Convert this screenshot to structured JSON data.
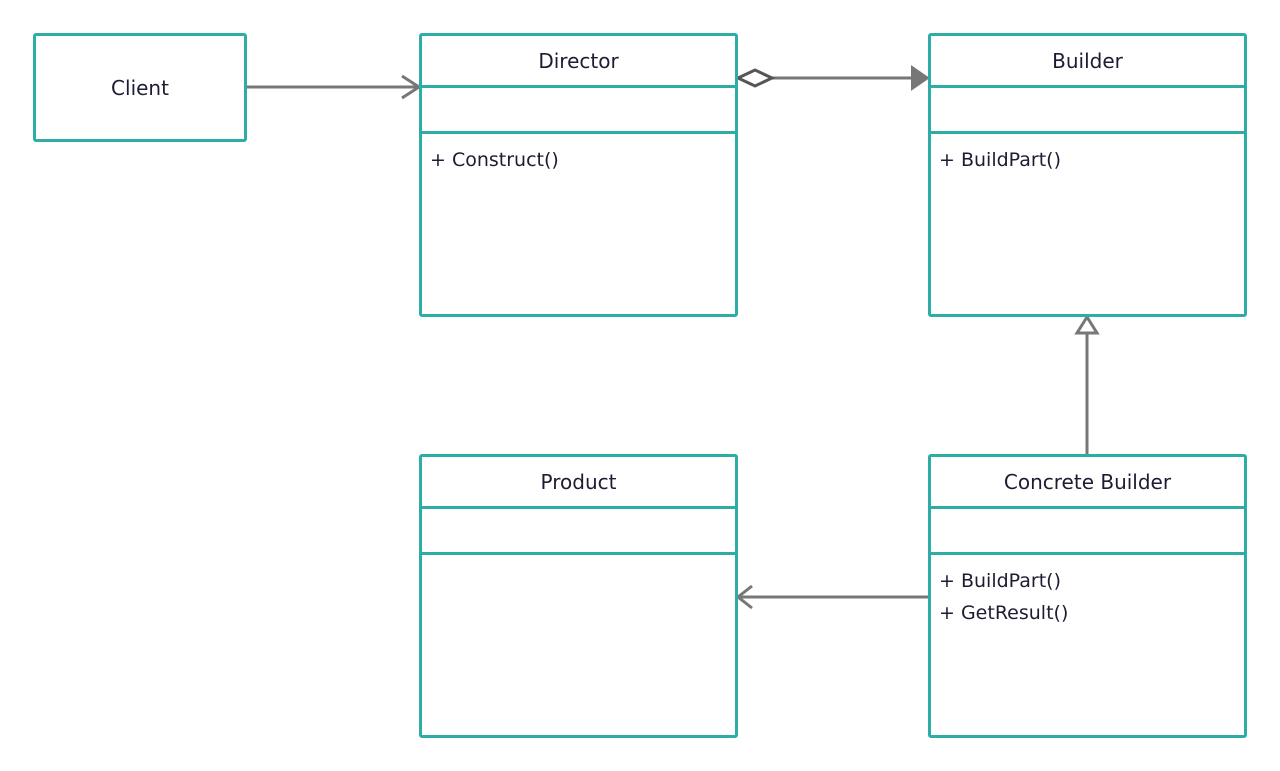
{
  "client": {
    "label": "Client"
  },
  "director": {
    "name": "Director",
    "methods": [
      "+ Construct()"
    ]
  },
  "builder": {
    "name": "Builder",
    "methods": [
      "+ BuildPart()"
    ]
  },
  "product": {
    "name": "Product",
    "methods": []
  },
  "concrete_builder": {
    "name": "Concrete Builder",
    "methods": [
      "+ BuildPart()",
      "+ GetResult()"
    ]
  },
  "colors": {
    "box_border": "#2eaca6",
    "connector": "#777777",
    "text": "#1c1c33"
  }
}
